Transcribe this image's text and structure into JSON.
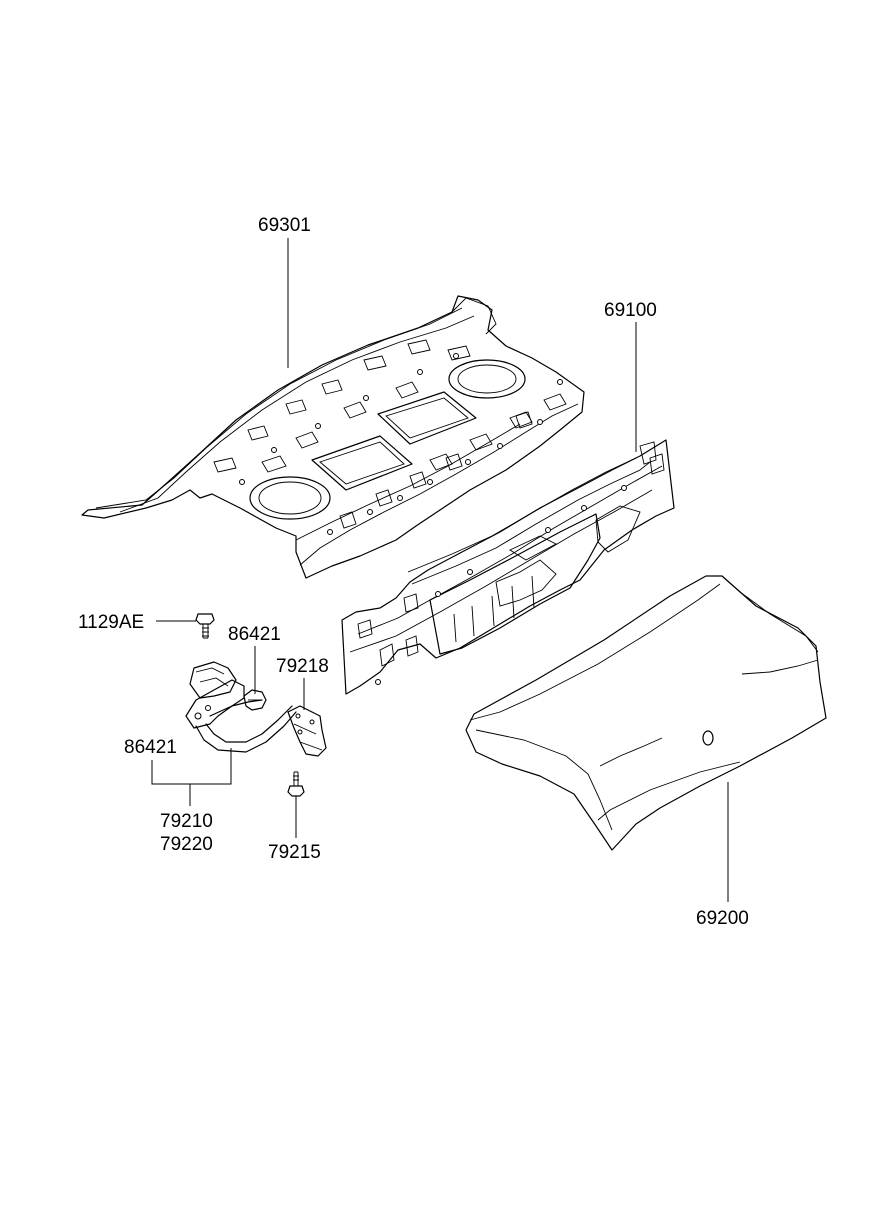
{
  "labels": {
    "parcel_shelf": "69301",
    "back_panel": "69100",
    "trunk_lid": "69200",
    "bolt": "1129AE",
    "bumper_upper": "86421",
    "bumper_lower": "86421",
    "stopper": "79218",
    "hinge_lh": "79210",
    "hinge_rh": "79220",
    "screw": "79215"
  }
}
